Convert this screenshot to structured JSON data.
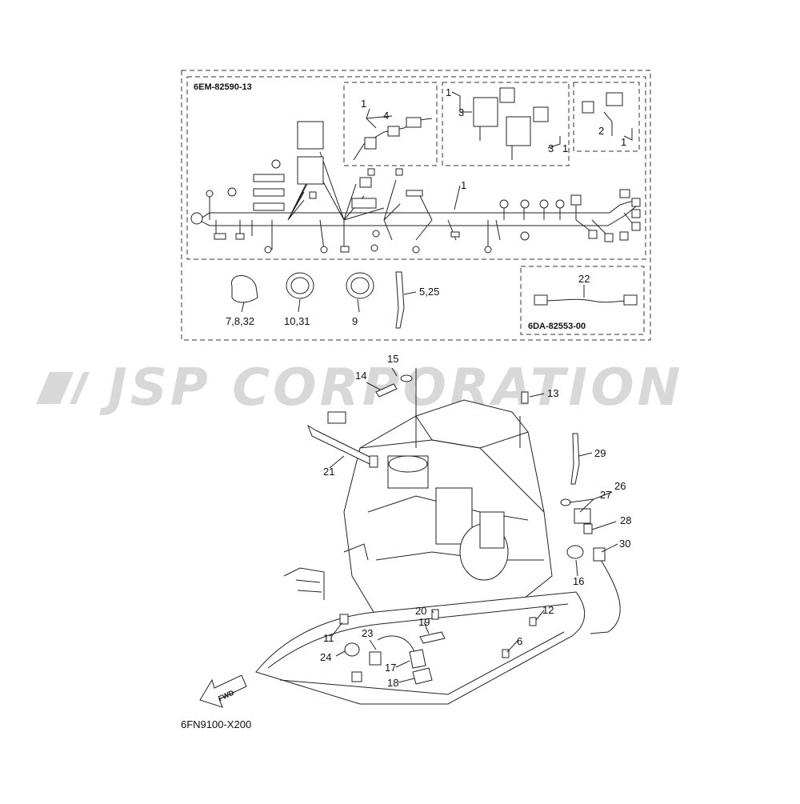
{
  "diagram_code": "6FN9100-X200",
  "watermark": "JSP CORPORATION",
  "fwd_label": "FWD",
  "harness_box_code": "6EM-82590-13",
  "wire_box_code": "6DA-82553-00",
  "callouts": {
    "c1": "1",
    "c1b": "1",
    "c1c": "1",
    "c1d": "1",
    "c1e": "1",
    "c2": "2",
    "c3": "3",
    "c3b": "3",
    "c4": "4",
    "c5_25": "5,25",
    "c7_8_32": "7,8,32",
    "c9": "9",
    "c10_31": "10,31",
    "c22": "22",
    "c6": "6",
    "c11": "11",
    "c12": "12",
    "c13": "13",
    "c14": "14",
    "c15": "15",
    "c16": "16",
    "c17": "17",
    "c18": "18",
    "c19": "19",
    "c20": "20",
    "c21": "21",
    "c23": "23",
    "c24": "24",
    "c26": "26",
    "c27": "27",
    "c28": "28",
    "c29": "29",
    "c30": "30"
  }
}
